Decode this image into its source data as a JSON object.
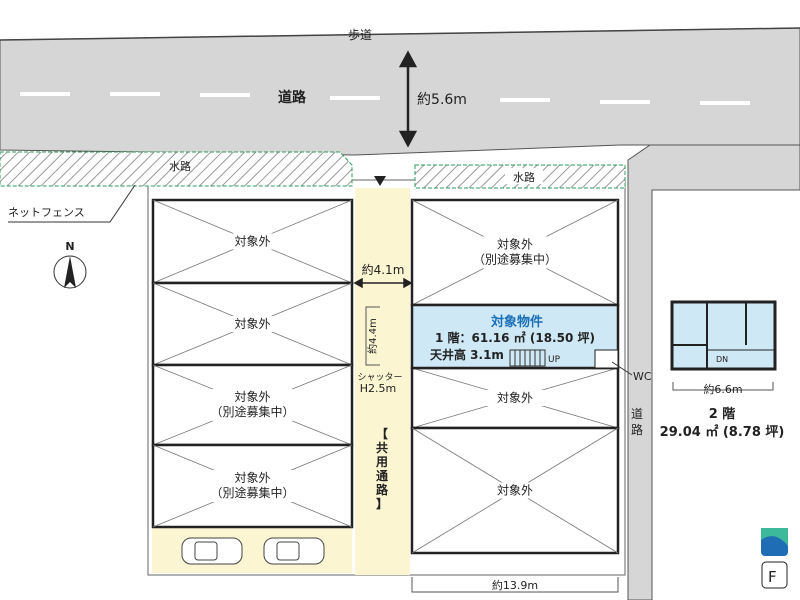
{
  "labels": {
    "sidewalk": "歩道",
    "road_top": "道路",
    "road_width": "約5.6m",
    "waterway_left": "水路",
    "waterway_right": "水路",
    "net_fence": "ネットフェンス",
    "north": "N",
    "passage_width": "約4.1m",
    "passage_depth": "約4.4m",
    "shutter": "シャッター",
    "shutter_height": "H2.5m",
    "common_passage": [
      "【",
      "共",
      "用",
      "通",
      "路",
      "】"
    ],
    "wc": "WC",
    "road_right": [
      "道",
      "路"
    ],
    "frontage": "約13.9m",
    "up": "UP",
    "dn": "DN"
  },
  "lots_left": [
    {
      "title": "対象外",
      "sub": ""
    },
    {
      "title": "対象外",
      "sub": ""
    },
    {
      "title": "対象外",
      "sub": "（別途募集中）"
    },
    {
      "title": "対象外",
      "sub": "（別途募集中）"
    }
  ],
  "lots_right": [
    {
      "title": "対象外",
      "sub": "（別途募集中）"
    },
    {
      "title": "対象外",
      "sub": ""
    },
    {
      "title": "対象外",
      "sub": ""
    }
  ],
  "property": {
    "title": "対象物件",
    "floor1": "1 階：61.16 ㎡ (18.50 坪)",
    "ceiling": "天井高 3.1m"
  },
  "floor2": {
    "width": "約6.6m",
    "title": "2 階",
    "area": "29.04 ㎡ (8.78 坪)"
  },
  "colors": {
    "property_fill": "#cfe8f5",
    "passage_fill": "#fbf5d2",
    "road": "#d6d6d6",
    "accent": "#1a6fb8"
  }
}
